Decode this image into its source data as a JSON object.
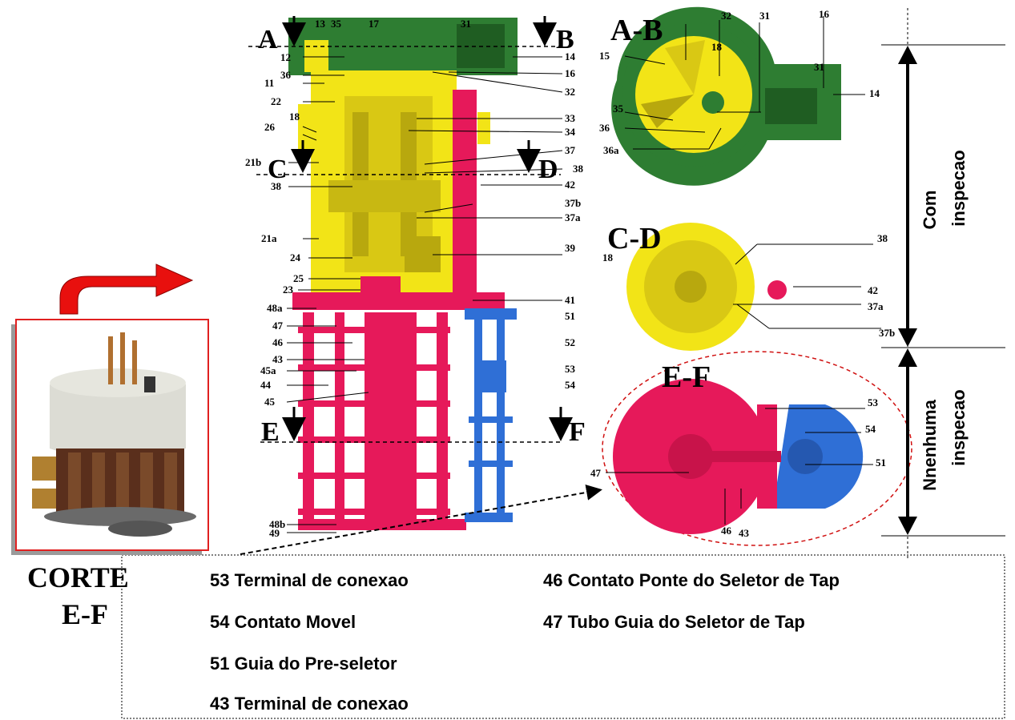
{
  "colors": {
    "green": "#2e7d32",
    "yellow": "#f2e417",
    "pink": "#e6195a",
    "blue": "#2f6fd6",
    "red_arrow": "#e8100e",
    "photo_border": "#e02020",
    "dashed_ellipse": "#d01010"
  },
  "section_letters": {
    "a": "A",
    "b": "B",
    "c": "C",
    "d": "D",
    "e": "E",
    "f": "F"
  },
  "view_titles": {
    "ab": "A-B",
    "cd": "C-D",
    "ef": "E-F"
  },
  "side_labels": {
    "com_line1": "Com",
    "com_line2": "inspecao",
    "nenhuma_line1": "Nnenhuma",
    "nenhuma_line2": "inspecao"
  },
  "corte": {
    "line1": "CORTE",
    "line2": "E-F"
  },
  "legend": {
    "item1": "53  Terminal de conexao",
    "item2": "54   Contato Movel",
    "item3": "51   Guia do Pre-seletor",
    "item4": "43 Terminal de conexao",
    "item5": "46      Contato Ponte do Seletor de Tap",
    "item6": "47      Tubo Guia do Seletor de Tap"
  },
  "main_labels_left": {
    "l12": "12",
    "l36": "36",
    "l11": "11",
    "l22": "22",
    "l18": "18",
    "l26": "26",
    "l21b": "21b",
    "l38": "38",
    "l21a": "21a",
    "l24": "24",
    "l25": "25",
    "l23": "23",
    "l48a": "48a",
    "l47": "47",
    "l46": "46",
    "l43": "43",
    "l45a": "45a",
    "l44": "44",
    "l45": "45",
    "l48b": "48b",
    "l49": "49"
  },
  "main_labels_top": {
    "t13": "13",
    "t35": "35",
    "t17": "17",
    "t31": "31"
  },
  "main_labels_right": {
    "r14": "14",
    "r16": "16",
    "r32": "32",
    "r33": "33",
    "r34": "34",
    "r37": "37",
    "r38": "38",
    "r42": "42",
    "r37b": "37b",
    "r37a": "37a",
    "r39": "39",
    "r41": "41",
    "r51": "51",
    "r52": "52",
    "r53": "53",
    "r54": "54"
  },
  "ab_labels": {
    "l15": "15",
    "l32": "32",
    "l18": "18",
    "l31": "31",
    "l16": "16",
    "l31b": "31",
    "l14": "14",
    "l35": "35",
    "l36": "36",
    "l36a": "36a"
  },
  "cd_labels": {
    "l18": "18",
    "l38": "38",
    "l42": "42",
    "l37a": "37a",
    "l37b": "37b"
  },
  "ef_labels": {
    "l53": "53",
    "l54": "54",
    "l51": "51",
    "l47": "47",
    "l46": "46",
    "l43": "43"
  }
}
